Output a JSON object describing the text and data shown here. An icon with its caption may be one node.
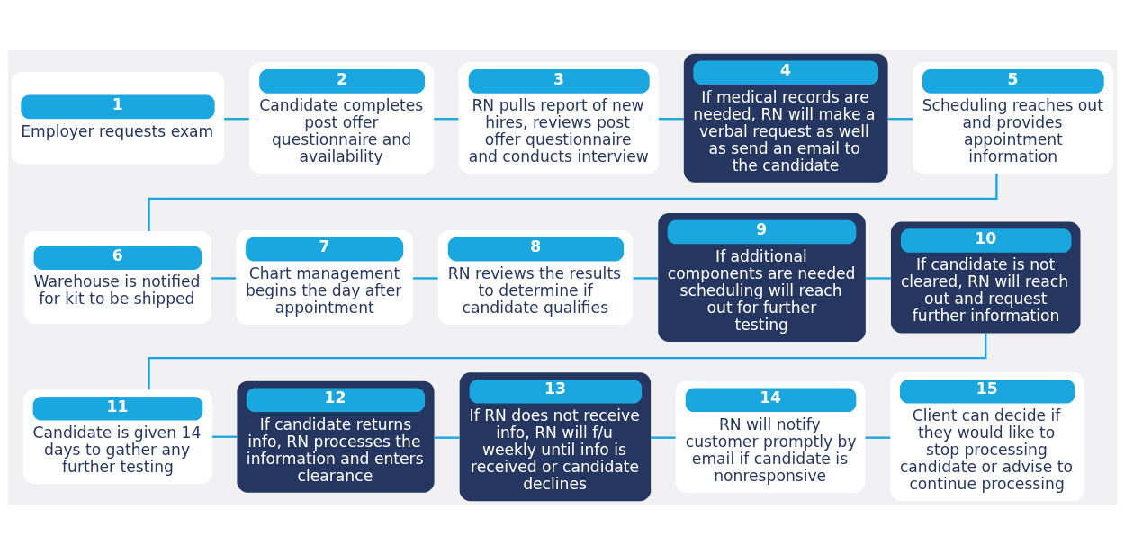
{
  "diagram": {
    "nodes": [
      {
        "text": [
          "1",
          "Employer requests exam"
        ]
      },
      {
        "text": [
          "2",
          "Candidate completes post offer questionnaire and availability"
        ]
      },
      {
        "text": [
          "3",
          "RN pulls report of new hires, reviews post offer questionnaire and conducts interview"
        ]
      },
      {
        "text": [
          "4",
          "If medical records are needed, RN will make a verbal request as well as send an email to the candidate"
        ]
      },
      {
        "text": [
          "5",
          "Scheduling reaches out and provides appointment information"
        ]
      },
      {
        "text": [
          "6",
          "Warehouse is notified for kit to be shipped"
        ]
      },
      {
        "text": [
          "7",
          "Chart management begins the day after appointment"
        ]
      },
      {
        "text": [
          "8",
          "RN reviews the results to determine if candidate qualifies"
        ]
      },
      {
        "text": [
          "9",
          "If additional components are needed scheduling will reach out for further testing"
        ]
      },
      {
        "text": [
          "10",
          "If candidate is not cleared, RN will reach out and request further information"
        ]
      },
      {
        "text": [
          "11",
          "Candidate is given 14 days to gather any further testing"
        ]
      },
      {
        "text": [
          "12",
          "If candidate returns info, RN processes the information and enters clearance"
        ]
      },
      {
        "text": [
          "13",
          "If RN does not receive info, RN will f/u weekly until info is received or candidate declines"
        ]
      },
      {
        "text": [
          "14",
          "RN will notify customer promptly by email if candidate is nonresponsive"
        ]
      },
      {
        "text": [
          "15",
          "Client can decide if they would like to stop processing candidate or advise to continue processing"
        ]
      }
    ],
    "edges": [
      {
        "from": 0,
        "to": 1,
        "arrow": "none"
      },
      {
        "from": 1,
        "to": 2,
        "arrow": "none"
      },
      {
        "from": 2,
        "to": 3,
        "arrow": "none"
      },
      {
        "from": 3,
        "to": 4,
        "arrow": "none"
      },
      {
        "from": 4,
        "to": 5,
        "arrow": "none"
      },
      {
        "from": 5,
        "to": 6,
        "arrow": "none"
      },
      {
        "from": 6,
        "to": 7,
        "arrow": "none"
      },
      {
        "from": 7,
        "to": 8,
        "arrow": "none"
      },
      {
        "from": 8,
        "to": 9,
        "arrow": "none"
      },
      {
        "from": 9,
        "to": 10,
        "arrow": "none"
      },
      {
        "from": 10,
        "to": 11,
        "arrow": "none"
      },
      {
        "from": 11,
        "to": 12,
        "arrow": "none"
      },
      {
        "from": 12,
        "to": 13,
        "arrow": "none"
      },
      {
        "from": 13,
        "to": 14,
        "arrow": "none"
      }
    ]
  }
}
